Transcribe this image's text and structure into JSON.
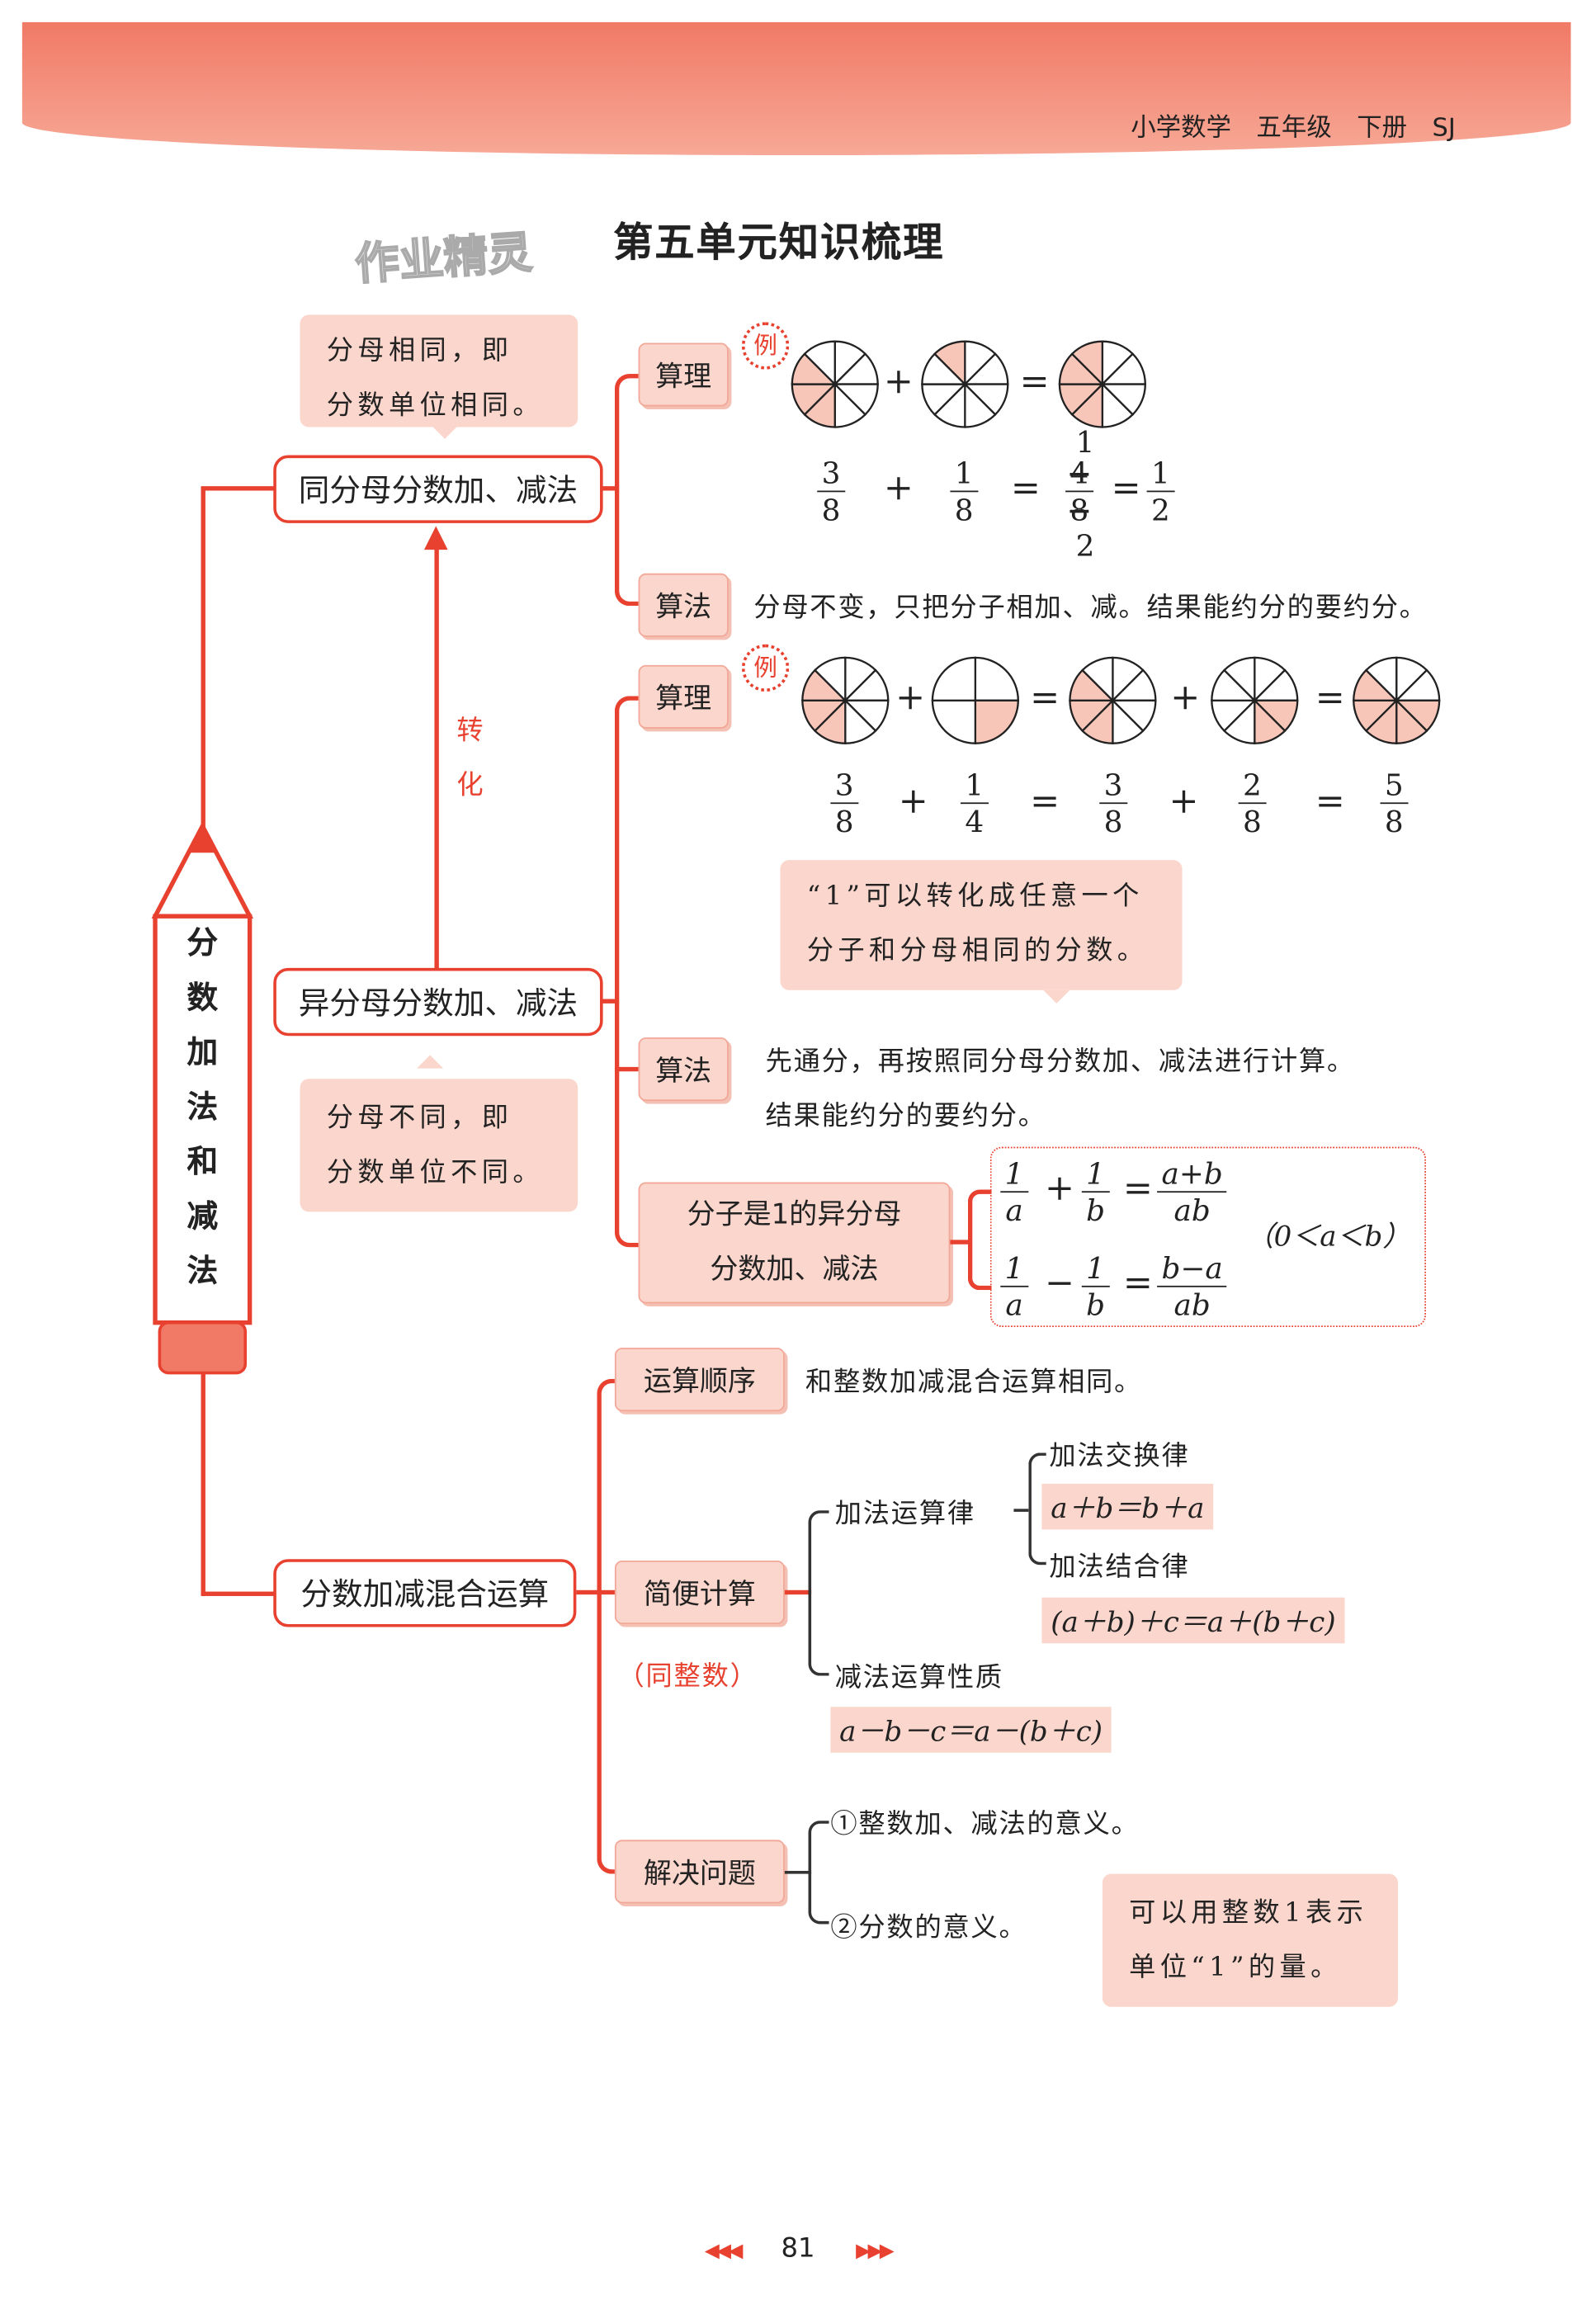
{
  "header": {
    "text": "小学数学　五年级　下册　SJ",
    "color": "#f07a66"
  },
  "watermark": "作业精灵",
  "title": "第五单元知识梳理",
  "pencil": {
    "label": [
      "分",
      "数",
      "加",
      "法",
      "和",
      "减",
      "法"
    ]
  },
  "node_same": {
    "label": "同分母分数加、减法",
    "bubble": [
      "分母相同，即",
      "分数单位相同。"
    ],
    "reason_tag": "算理",
    "method_tag": "算法",
    "example_badge": "例",
    "pies": [
      {
        "parts": 8,
        "shaded": [
          4,
          5,
          6
        ]
      },
      {
        "parts": 8,
        "shaded": [
          7
        ]
      },
      {
        "parts": 8,
        "shaded": [
          4,
          5,
          6,
          7
        ]
      }
    ],
    "ops": [
      "+",
      "="
    ],
    "equation": {
      "a": [
        "3",
        "8"
      ],
      "b": [
        "1",
        "8"
      ],
      "c": [
        "4",
        "8"
      ],
      "c_reduced": [
        "1",
        "2"
      ],
      "d": [
        "1",
        "2"
      ],
      "plus": "+",
      "eq": "="
    },
    "method": "分母不变，只把分子相加、减。结果能约分的要约分。"
  },
  "transform_label": [
    "转",
    "化"
  ],
  "node_diff": {
    "label": "异分母分数加、减法",
    "bubble": [
      "分母不同，即",
      "分数单位不同。"
    ],
    "reason_tag": "算理",
    "method_tag": "算法",
    "example_badge": "例",
    "pies": [
      {
        "parts": 8,
        "shaded": [
          4,
          5,
          6
        ]
      },
      {
        "parts": 4,
        "shaded": [
          1
        ]
      },
      {
        "parts": 8,
        "shaded": [
          4,
          5,
          6
        ]
      },
      {
        "parts": 8,
        "shaded": [
          2,
          3
        ]
      },
      {
        "parts": 8,
        "shaded": [
          2,
          3,
          4,
          5,
          6
        ]
      }
    ],
    "ops": [
      "+",
      "=",
      "+",
      "="
    ],
    "equation": [
      [
        "3",
        "8"
      ],
      [
        "1",
        "4"
      ],
      [
        "3",
        "8"
      ],
      [
        "2",
        "8"
      ],
      [
        "5",
        "8"
      ]
    ],
    "eq_ops": [
      "+",
      "=",
      "+",
      "="
    ],
    "note_bubble": [
      "“1”可以转化成任意一个",
      "分子和分母相同的分数。"
    ],
    "method": [
      "先通分，再按照同分母分数加、减法进行计算。",
      "结果能约分的要约分。"
    ],
    "unit_tag": [
      "分子是1的异分母",
      "分数加、减法"
    ],
    "unit_formulas": {
      "add": {
        "l1": [
          "1",
          "a"
        ],
        "l2": [
          "1",
          "b"
        ],
        "op": "+",
        "r": [
          "a+b",
          "ab"
        ]
      },
      "sub": {
        "l1": [
          "1",
          "a"
        ],
        "l2": [
          "1",
          "b"
        ],
        "op": "−",
        "r": [
          "b−a",
          "ab"
        ]
      },
      "eq": "=",
      "condition": "（0＜a＜b）"
    }
  },
  "node_mixed": {
    "label": "分数加减混合运算",
    "order_tag": "运算顺序",
    "order_text": "和整数加减混合运算相同。",
    "simple_tag": "简便计算",
    "simple_note": "（同整数）",
    "add_laws": "加法运算律",
    "commutative": "加法交换律",
    "commutative_formula": "a＋b＝b＋a",
    "associative": "加法结合律",
    "associative_formula": "(a＋b)＋c＝a＋(b＋c)",
    "sub_property": "减法运算性质",
    "sub_formula": "a－b－c＝a－(b＋c)",
    "solve_tag": "解决问题",
    "solve_items": [
      "①整数加、减法的意义。",
      "②分数的意义。"
    ],
    "solve_bubble": [
      "可以用整数1表示",
      "单位“1”的量。"
    ]
  },
  "footer": {
    "page": "81",
    "left": "◀◀◀",
    "right": "▶▶▶"
  }
}
